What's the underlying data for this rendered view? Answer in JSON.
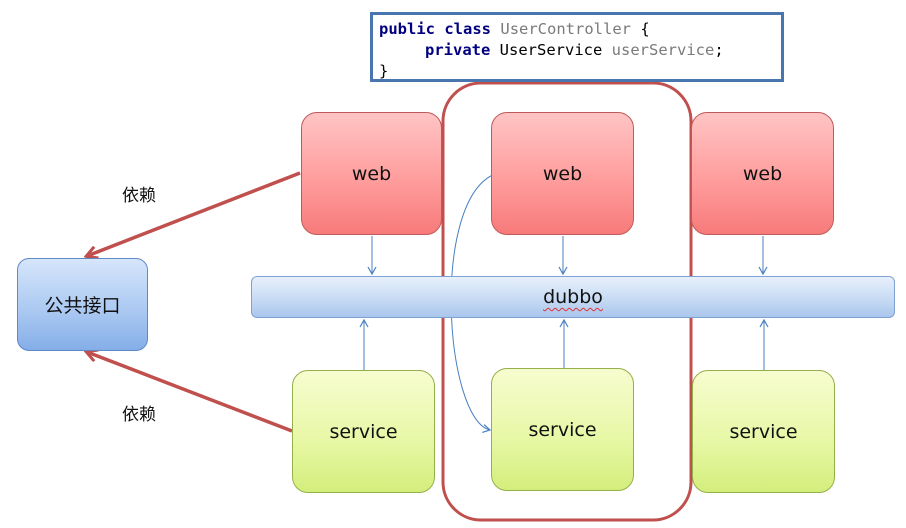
{
  "code": {
    "line1": {
      "keyword1": "public",
      "keyword2": "class",
      "class_name": "UserController",
      "brace": "{"
    },
    "line2": {
      "keyword": "private",
      "type": "UserService",
      "field": "userService",
      "semicolon": ";"
    },
    "line3": {
      "brace": "}"
    }
  },
  "nodes": {
    "web_left": "web",
    "web_middle": "web",
    "web_right": "web",
    "service_left": "service",
    "service_middle": "service",
    "service_right": "service",
    "bus": "dubbo",
    "interface": "公共接口"
  },
  "labels": {
    "dependency_top": "依赖",
    "dependency_bottom": "依赖"
  },
  "colors": {
    "web_fill": "#ff9d9d",
    "service_fill": "#e8f8a8",
    "bus_fill": "#c8dbf4",
    "interface_fill": "#a8c7f1",
    "dependency_arrow": "#c0504d",
    "highlight_frame": "#c0504d",
    "flow_arrow": "#4a7fc1",
    "code_border": "#4a76b0"
  }
}
